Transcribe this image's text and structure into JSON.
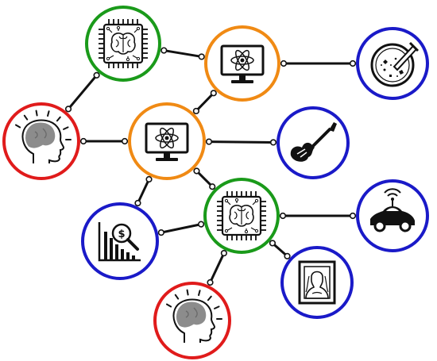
{
  "diagram": {
    "colors": {
      "green": "#1a9a1a",
      "orange": "#f08a14",
      "red": "#e01b1b",
      "blue": "#1a1ac8",
      "edge": "#111111",
      "icon": "#111111",
      "head": "#8c8c8c"
    },
    "nodes": [
      {
        "id": "chip-top",
        "icon": "brain-chip-icon",
        "color": "green"
      },
      {
        "id": "monitor-top",
        "icon": "atom-monitor-icon",
        "color": "orange"
      },
      {
        "id": "petri-dish",
        "icon": "petri-dish-icon",
        "color": "blue"
      },
      {
        "id": "head-left",
        "icon": "human-head-icon",
        "color": "red"
      },
      {
        "id": "monitor-center",
        "icon": "atom-monitor-icon",
        "color": "orange"
      },
      {
        "id": "guitar",
        "icon": "electric-guitar-icon",
        "color": "blue"
      },
      {
        "id": "finance-chart",
        "icon": "finance-chart-icon",
        "color": "blue"
      },
      {
        "id": "chip-bottom",
        "icon": "brain-chip-icon",
        "color": "green"
      },
      {
        "id": "autonomous-car",
        "icon": "autonomous-car-icon",
        "color": "blue"
      },
      {
        "id": "mona-lisa",
        "icon": "mona-lisa-frame-icon",
        "color": "blue"
      },
      {
        "id": "head-bottom",
        "icon": "human-head-icon",
        "color": "red"
      }
    ],
    "edges": [
      [
        "head-left",
        "chip-top"
      ],
      [
        "head-left",
        "monitor-center"
      ],
      [
        "chip-top",
        "monitor-top"
      ],
      [
        "monitor-top",
        "petri-dish"
      ],
      [
        "monitor-top",
        "monitor-center"
      ],
      [
        "monitor-center",
        "guitar"
      ],
      [
        "monitor-center",
        "chip-bottom"
      ],
      [
        "monitor-center",
        "finance-chart"
      ],
      [
        "finance-chart",
        "chip-bottom"
      ],
      [
        "chip-bottom",
        "autonomous-car"
      ],
      [
        "chip-bottom",
        "mona-lisa"
      ],
      [
        "chip-bottom",
        "head-bottom"
      ]
    ]
  }
}
